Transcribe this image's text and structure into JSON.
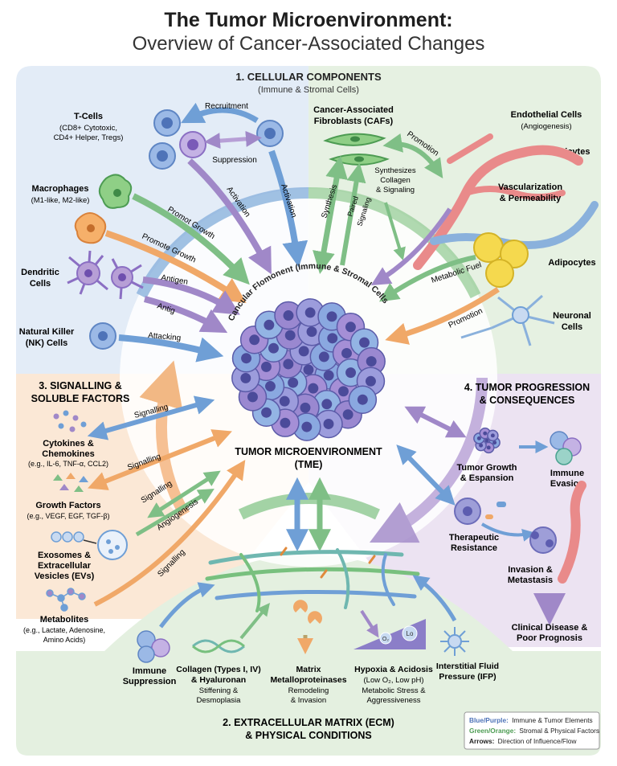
{
  "title": {
    "line1": "The Tumor Microenvironment:",
    "line2": "Overview of Cancer-Associated Changes"
  },
  "colors": {
    "blue_panel": "#e3ecf7",
    "green_panel": "#e6f1e2",
    "orange_panel": "#fbe8d6",
    "purple_panel": "#ece3f2",
    "ecm_panel": "#e4f0e0",
    "arrow_blue": "#6f9fd6",
    "arrow_purple": "#a088c8",
    "arrow_green": "#7fbf86",
    "arrow_orange": "#f0a868",
    "tumor": "#8f8fd0"
  },
  "section1": {
    "heading": "1. CELLULAR COMPONENTS",
    "sub": "(Immune & Stromal Cells)",
    "tcells": {
      "name": "T-Cells",
      "desc1": "(CD8+ Cytotoxic,",
      "desc2": "CD4+ Helper, Tregs)"
    },
    "macrophages": {
      "name": "Macrophages",
      "desc": "(M1-like, M2-like)"
    },
    "dendritic": {
      "name1": "Dendritic",
      "name2": "Cells"
    },
    "nk": {
      "name1": "Natural Killer",
      "name2": "(NK) Cells"
    },
    "arrows": {
      "recruitment": "Recruitment",
      "suppression": "Suppression",
      "activation1": "Activation",
      "activation2": "Activation",
      "promot_growth": "Promot Growth",
      "promote_growth": "Promote Growth",
      "antigen": "Antigen",
      "antig": "Antig",
      "attacking": "Attacking"
    },
    "cafs": {
      "name1": "Cancer-Associated",
      "name2": "Fibroblasts (CAFs)"
    },
    "endothelial": {
      "name": "Endothelial Cells",
      "desc": "(Angiogenesis)"
    },
    "pericytes": "Pericytes",
    "vascular": {
      "l1": "Vascularization",
      "l2": "& Permeability"
    },
    "adipocytes": "Adipocytes",
    "neuronal": {
      "l1": "Neuronal",
      "l2": "Cells"
    },
    "stroma_arrows": {
      "promotion1": "Promotion",
      "synthesis": "Synthesis",
      "paired_signaling1": "Paired",
      "paired_signaling2": "Signaling",
      "synth1": "Synthesizes",
      "synth2": "Collagen",
      "synth3": "& Signaling",
      "metabolic_fuel": "Metabolic Fuel",
      "promotion2": "Promotion"
    },
    "ring_label": "Cancular Flomonent (Immune & Stromal Cells"
  },
  "section3": {
    "heading1": "3. SIGNALLING &",
    "heading2": "SOLUBLE FACTORS",
    "cytokines": {
      "l1": "Cytokines &",
      "l2": "Chemokines",
      "l3": "(e.g., IL-6, TNF-α, CCL2)"
    },
    "growth": {
      "l1": "Growth Factors",
      "l2": "(e.g., VEGF, EGF, TGF-β)"
    },
    "exosomes": {
      "l1": "Exosomes &",
      "l2": "Extracellular",
      "l3": "Vesicles (EVs)"
    },
    "metabolites": {
      "l1": "Metabolites",
      "l2": "(e.g., Lactate, Adenosine,",
      "l3": "Amino Acids)"
    },
    "arrows": {
      "s1": "Signalling",
      "s2": "Signalling",
      "s3": "Signalling",
      "angio": "Angiogenesis",
      "s4": "Signalling"
    }
  },
  "center": {
    "l1": "TUMOR MICROENVIRONMENT",
    "l2": "(TME)"
  },
  "section4": {
    "heading1": "4. TUMOR PROGRESSION",
    "heading2": "& CONSEQUENCES",
    "growth": {
      "l1": "Tumor Growth",
      "l2": "& Espansion"
    },
    "evasion": {
      "l1": "Immune",
      "l2": "Evasion"
    },
    "resistance": {
      "l1": "Therapeutic",
      "l2": "Resistance"
    },
    "invasion": {
      "l1": "Invasion &",
      "l2": "Metastasis"
    },
    "clinical": {
      "l1": "Clinical Disease &",
      "l2": "Poor Prognosis"
    }
  },
  "section2": {
    "heading1": "2. EXTRACELLULAR MATRIX (ECM)",
    "heading2": "& PHYSICAL CONDITIONS",
    "immune": {
      "l1": "Immune",
      "l2": "Suppression"
    },
    "collagen": {
      "l1": "Collagen (Types I, IV)",
      "l2": "& Hyaluronan",
      "l3": "Stiffening &",
      "l4": "Desmoplasia"
    },
    "mmp": {
      "l1": "Matrix",
      "l2": "Metalloproteinases",
      "l3": "Remodeling",
      "l4": "& Invasion"
    },
    "hypoxia": {
      "l1": "Hypoxia & Acidosis",
      "l2": "(Low O₂, Low pH)",
      "l3": "Metabolic Stress &",
      "l4": "Aggressiveness"
    },
    "ifp": {
      "l1": "Interstitial Fluid",
      "l2": "Pressure (IFP)"
    },
    "o2": "O₂",
    "lo": "Lo"
  },
  "legend": {
    "l1_key": "Blue/Purple:",
    "l1_val": "Immune & Tumor Elements",
    "l2_key": "Green/Orange:",
    "l2_val": "Stromal & Physical Factors",
    "l3_key": "Arrows:",
    "l3_val": "Direction of Influence/Flow"
  }
}
